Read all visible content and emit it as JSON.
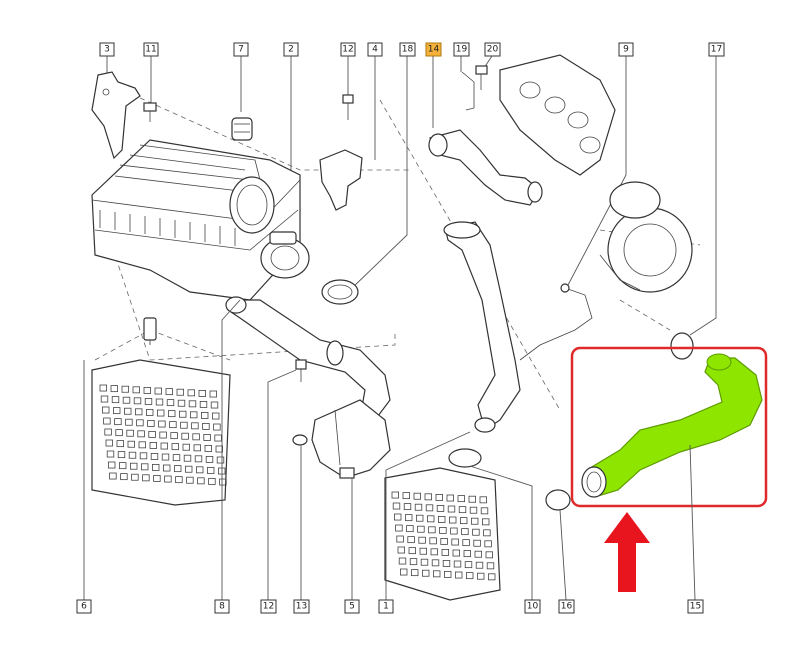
{
  "labels": {
    "l3": "3",
    "l11": "11",
    "l7": "7",
    "l2": "2",
    "l12a": "12",
    "l4": "4",
    "l18": "18",
    "l14": "14",
    "l19": "19",
    "l20": "20",
    "l9": "9",
    "l17": "17",
    "l6": "6",
    "l8": "8",
    "l12b": "12",
    "l13": "13",
    "l5": "5",
    "l1": "1",
    "l10": "10",
    "l16": "16",
    "l15": "15"
  },
  "colors": {
    "highlight_box": "#e02a2a",
    "highlight_part": "#8ee600",
    "arrow": "#e8141e",
    "selected_label": "#f4b23a"
  },
  "icons": [
    "up-arrow-icon"
  ]
}
